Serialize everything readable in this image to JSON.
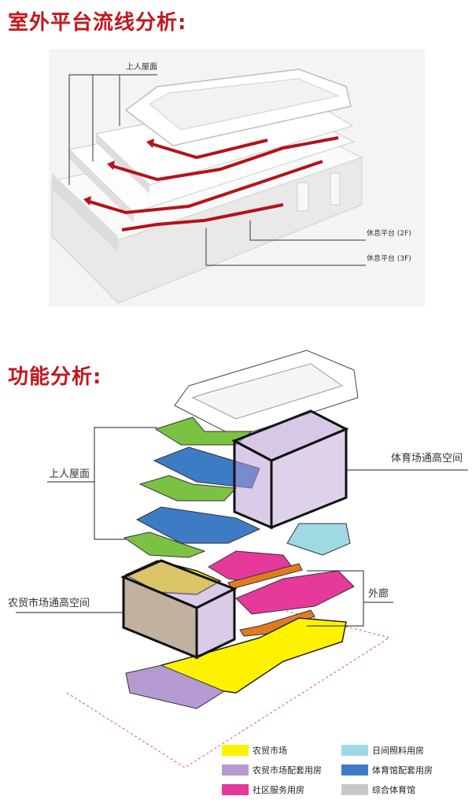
{
  "section1": {
    "title": "室外平台流线分析:",
    "labels": {
      "roof": "上人屋面",
      "rest2f": "休息平台 (2F)",
      "rest3f": "休息平台 (3F)"
    }
  },
  "section2": {
    "title": "功能分析:",
    "labels": {
      "roof": "上人屋面",
      "stadium": "体育场通高空间",
      "corridor": "外廊",
      "market": "农贸市场通高空间"
    }
  },
  "legend": [
    {
      "label": "农贸市场",
      "color": "#fff200"
    },
    {
      "label": "日间照料用房",
      "color": "#9fd9e3"
    },
    {
      "label": "农贸市场配套用房",
      "color": "#b59ad1"
    },
    {
      "label": "体育馆配套用房",
      "color": "#3d7cc4"
    },
    {
      "label": "社区服务用房",
      "color": "#e6399b"
    },
    {
      "label": "综合体育馆",
      "color": "#c8c8c8"
    }
  ]
}
